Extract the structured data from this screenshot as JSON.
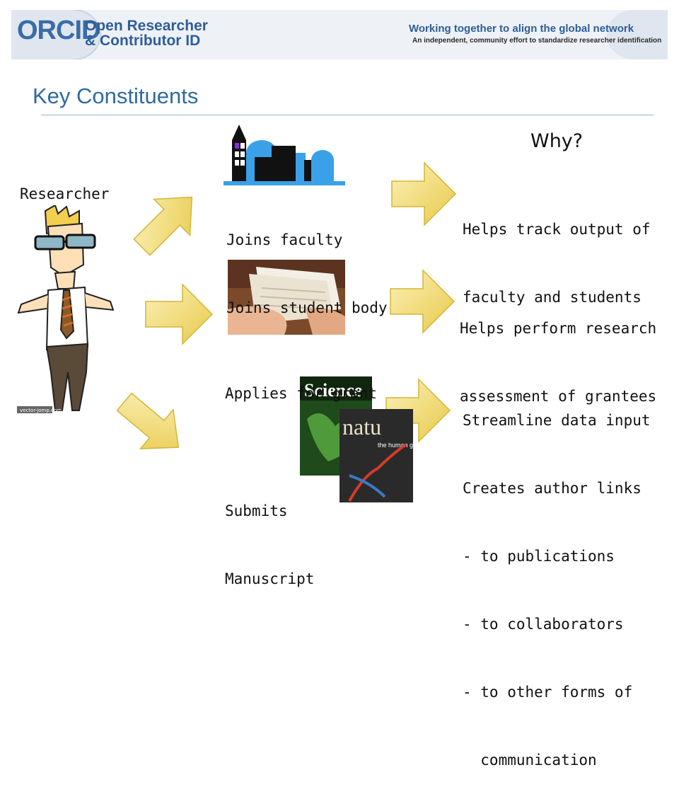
{
  "header": {
    "logo_text": "ORCID",
    "org_name_line1": "Open Researcher",
    "org_name_line2": "& Contributor ID",
    "tagline": "Working together to align the global network",
    "subtagline": "An independent, community effort to standardize researcher identification"
  },
  "slide": {
    "title": "Key Constituents",
    "why_label": "Why?"
  },
  "researcher": {
    "label": "Researcher",
    "watermark": "vector-jomp.com"
  },
  "rows": [
    {
      "action_lines": [
        "Joins faculty",
        "Joins student body"
      ],
      "why_lines": [
        "Helps track output of",
        "faculty and students"
      ]
    },
    {
      "action_lines": [
        "Applies for grant"
      ],
      "why_lines": [
        "Helps perform research",
        "assessment of grantees"
      ]
    },
    {
      "action_lines": [
        "Submits",
        "Manuscript"
      ],
      "why_lines": [
        "Streamline data input",
        "Creates author links",
        "- to publications",
        "- to collaborators",
        "- to other forms of",
        "  communication"
      ]
    }
  ],
  "journals": {
    "science": "Science",
    "nature": "natu",
    "nature_sub": "the human genome"
  },
  "colors": {
    "title_blue": "#2f6aa2",
    "arrow_fill": "#f4e38a",
    "arrow_edge": "#d4b536"
  }
}
